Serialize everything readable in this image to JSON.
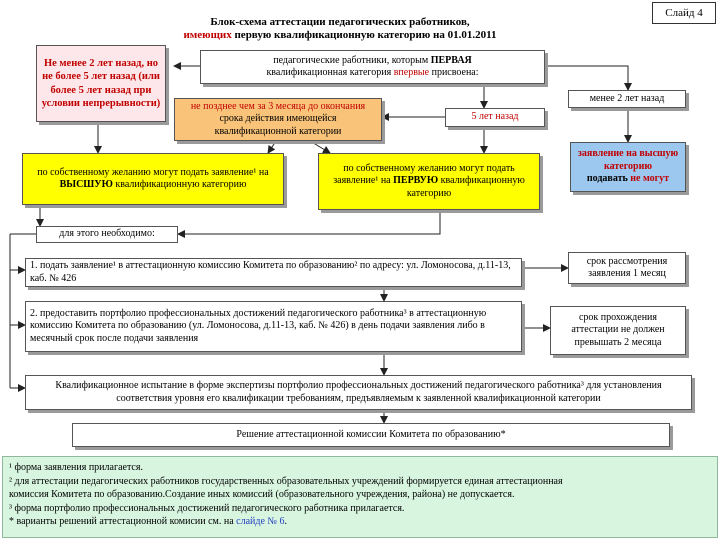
{
  "slide_label": "Слайд 4",
  "title": {
    "line1": "Блок-схема аттестации педагогических работников,",
    "line2_red": "имеющих",
    "line2_rest": " первую квалификационную категорию на 01.01.2011"
  },
  "nodes": {
    "top": {
      "part1": "педагогические работники, которым ",
      "bold": "ПЕРВАЯ",
      "part2": "квалификационная категория ",
      "red": "впервые",
      "part3": " присвоена:"
    },
    "not_less_2": "Не менее 2 лет назад, но не более 5 лет назад (или более 5 лет назад при условии непрерывности)",
    "not_later_3m": {
      "red": "не позднее чем за 3 месяца до окончания",
      "rest": "срока действия имеющейся квалификационной категории"
    },
    "five_years": "5 лет назад",
    "less_2": "менее 2 лет назад",
    "higher_left": {
      "part1": "по собственному желанию могут подать заявление¹ на ",
      "bold": "ВЫСШУЮ",
      "part2": " квалификационную категорию"
    },
    "first_mid": {
      "part1": "по собственному желанию могут подать заявление¹ на ",
      "bold": "ПЕРВУЮ",
      "part2": " квалификационную категорию"
    },
    "higher_right": {
      "red": "заявление на высшую категорию",
      "part": "подавать ",
      "red2": "не могут"
    },
    "necessary": "для  этого необходимо:",
    "step1": "1. подать заявление¹ в аттестационную комиссию Комитета по образованию² по адресу: ул. Ломоносова, д.11-13, каб. № 426",
    "term1": "срок рассмотрения заявления 1 месяц",
    "step2": "2. предоставить портфолио профессиональных достижений педагогического работника³ в аттестационную комиссию Комитета по образованию (ул. Ломоносова, д.11-13, каб. № 426) в день подачи заявления либо в месячный срок после подачи заявления",
    "term2": "срок прохождения аттестации не должен превышать 2 месяца",
    "exam": "Квалификационное испытание в форме экспертизы портфолио профессиональных достижений педагогического работника³ для установления соответствия уровня его квалификации требованиям, предъявляемым к заявленной квалификационной категории",
    "decision": "Решение аттестационной комиссии Комитета по образованию*"
  },
  "footnotes": {
    "f1": "¹ форма заявления прилагается.",
    "f2a": "² для аттестации педагогических работников государственных образовательных учреждений формируется единая аттестационная",
    "f2b": "комиссия Комитета по образованию.Создание иных комиссий (образовательного учреждения, района) не допускается.",
    "f3": "³ форма портфолио профессиональных достижений педагогического работника прилагается.",
    "f4a": "* варианты решений аттестационной комисии см. на ",
    "f4_link": "слайде № 6",
    "f4b": "."
  },
  "colors": {
    "yellow": "#ffff00",
    "orange": "#f9c47a",
    "pink": "#fde7ea",
    "lightblue": "#9cc8f0",
    "footnote_bg": "#d8f5e0",
    "red": "#c00000",
    "blue": "#1f3fbf"
  }
}
